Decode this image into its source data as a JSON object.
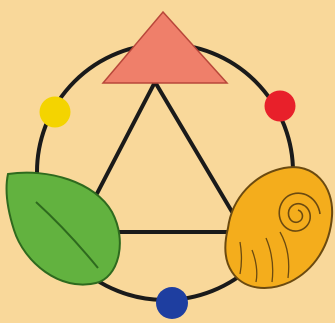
{
  "diagram": {
    "background_color": "#f9d89a",
    "line_color": "#1a1a1a",
    "nodes": [
      {
        "id": "top",
        "icon": "triangle-icon",
        "color": "#ef7f6a"
      },
      {
        "id": "bottom-left",
        "icon": "leaf-icon",
        "color": "#62b23f"
      },
      {
        "id": "bottom-right",
        "icon": "snail-shell-icon",
        "color": "#f4ad1c"
      }
    ],
    "dots": [
      {
        "id": "yellow",
        "color": "#f4d400"
      },
      {
        "id": "red",
        "color": "#e8202a"
      },
      {
        "id": "blue",
        "color": "#1e3ea0"
      }
    ]
  }
}
